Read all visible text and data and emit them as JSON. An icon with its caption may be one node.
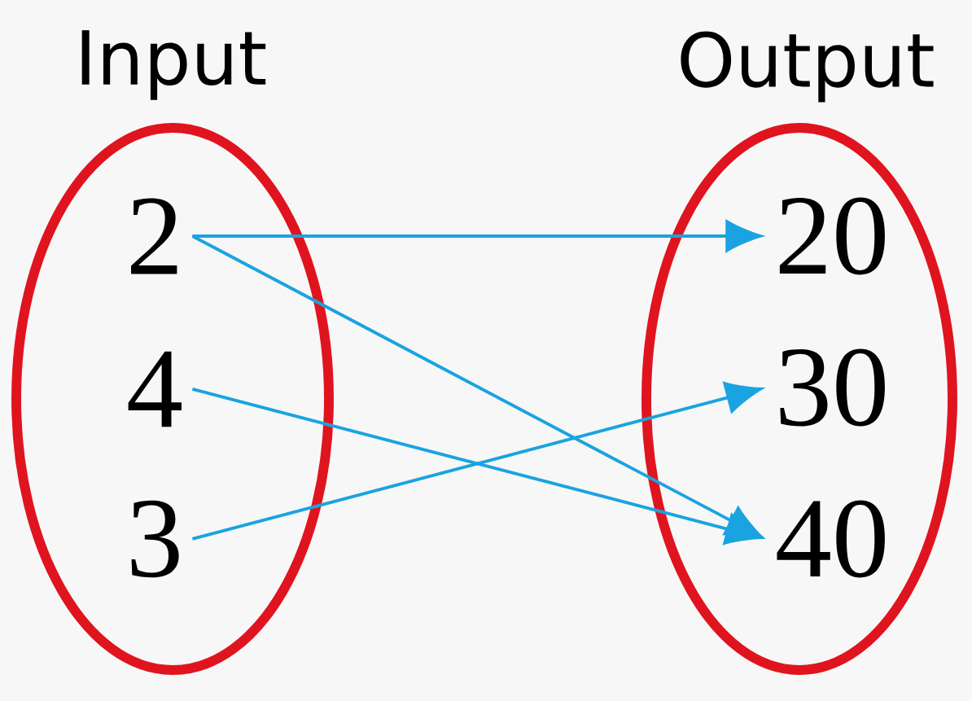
{
  "diagram": {
    "nodes": [
      {
        "text": [
          "Input"
        ]
      },
      {
        "text": [
          "Output"
        ]
      },
      {
        "text": [
          "2"
        ],
        "in": 0
      },
      {
        "text": [
          "4"
        ],
        "in": 0
      },
      {
        "text": [
          "3"
        ],
        "in": 0
      },
      {
        "text": [
          "20"
        ],
        "in": 1
      },
      {
        "text": [
          "30"
        ],
        "in": 1
      },
      {
        "text": [
          "40"
        ],
        "in": 1
      }
    ],
    "edges": [
      {
        "from": 2,
        "to": 5,
        "arrow": "to",
        "color": "#1aa3e0"
      },
      {
        "from": 2,
        "to": 7,
        "arrow": "to",
        "color": "#1aa3e0"
      },
      {
        "from": 3,
        "to": 7,
        "arrow": "to",
        "color": "#1aa3e0"
      },
      {
        "from": 4,
        "to": 6,
        "arrow": "to",
        "color": "#1aa3e0"
      }
    ]
  }
}
